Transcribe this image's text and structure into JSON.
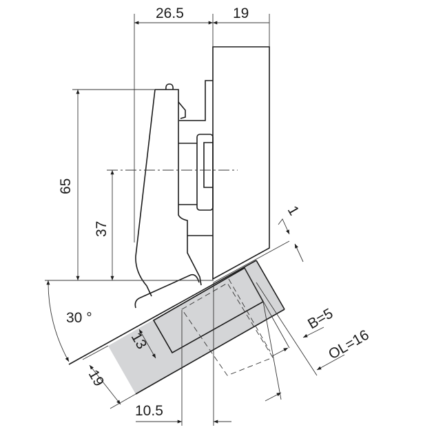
{
  "dimensions": {
    "overlay_width": "26.5",
    "panel_thickness": "19",
    "height_65": "65",
    "height_37": "37",
    "angle": "30 °",
    "door_thickness": "19",
    "cup_depth": "13",
    "offset": "10.5",
    "gap": "1",
    "boring_distance": "B=5",
    "overlay": "OL=16"
  },
  "colors": {
    "panel_fill": "#d4d5d7",
    "line": "#1a1a1a"
  }
}
